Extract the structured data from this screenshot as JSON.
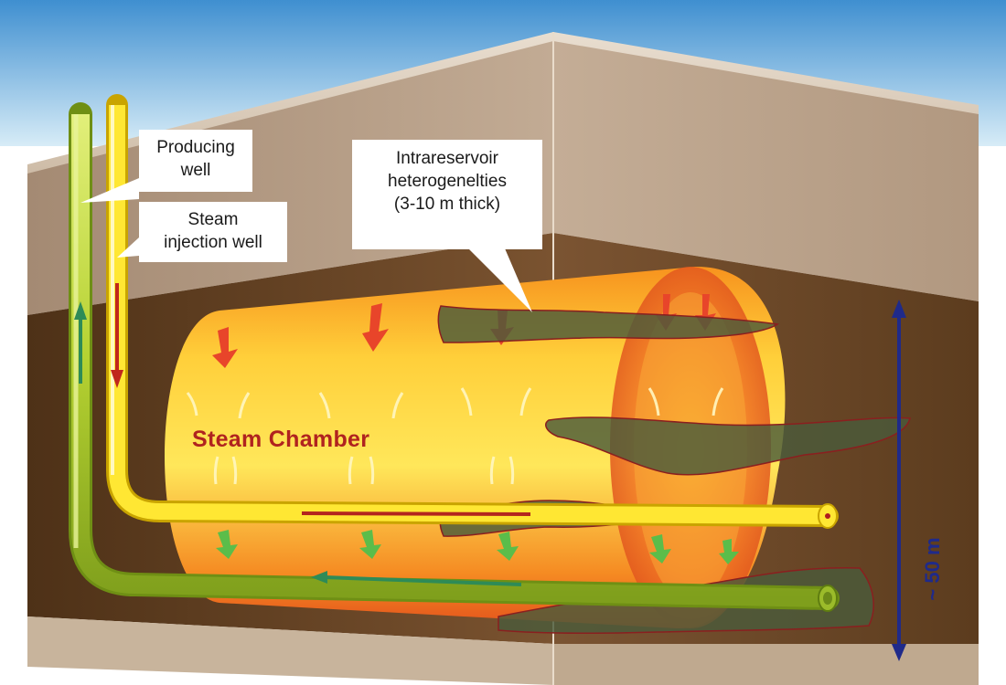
{
  "labels": {
    "producing_well": [
      "Producing",
      "well"
    ],
    "steam_injection_well": [
      "Steam",
      "injection well"
    ],
    "heterogeneities": [
      "Intrareservoir",
      "heterogenelties",
      "(3-10 m thick)"
    ],
    "steam_chamber": "Steam Chamber",
    "thickness_scale": "~ 50 m"
  },
  "colors": {
    "sky": "#6fb3e0",
    "overburden": "#a58b73",
    "reservoir": "#5a3a1c",
    "chamber_core": "#ffe04a",
    "chamber_edge": "#f27a1f",
    "producer_pipe": "#b8d432",
    "injector_pipe": "#ffe733",
    "heterogeneity": "#4a5a3a",
    "heat_arrow": "#e8452a",
    "flow_arrow": "#5bbd4a",
    "scale_arrow": "#1f2a8a"
  }
}
